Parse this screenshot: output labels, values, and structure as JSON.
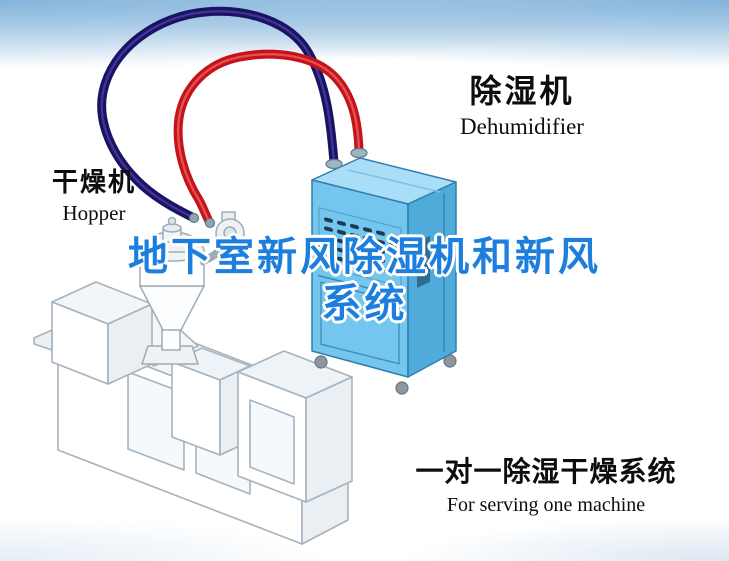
{
  "labels": {
    "dehumidifier": {
      "cn": "除湿机",
      "en": "Dehumidifier"
    },
    "hopper": {
      "cn": "干燥机",
      "en": "Hopper"
    },
    "watermark": {
      "line1": "地下室新风除湿机和新风",
      "line2": "系统"
    },
    "caption": {
      "cn": "一对一除湿干燥系统",
      "en": "For serving one machine"
    }
  },
  "illustration": {
    "parts": [
      "extruder-machine",
      "hopper-dryer",
      "vacuum-pump",
      "dehumidifier-cabinet",
      "hose-navy",
      "hose-red"
    ]
  },
  "colors": {
    "title_blue": "#1d7fdd",
    "hose_red": "#c5131b",
    "hose_navy": "#1b1263",
    "dehumidifier_front": "#74c6ef",
    "dehumidifier_side": "#4fabda",
    "dehumidifier_top": "#a9def6",
    "label_text": "#0d0d0d",
    "sky_top": "#9ec9e8"
  }
}
